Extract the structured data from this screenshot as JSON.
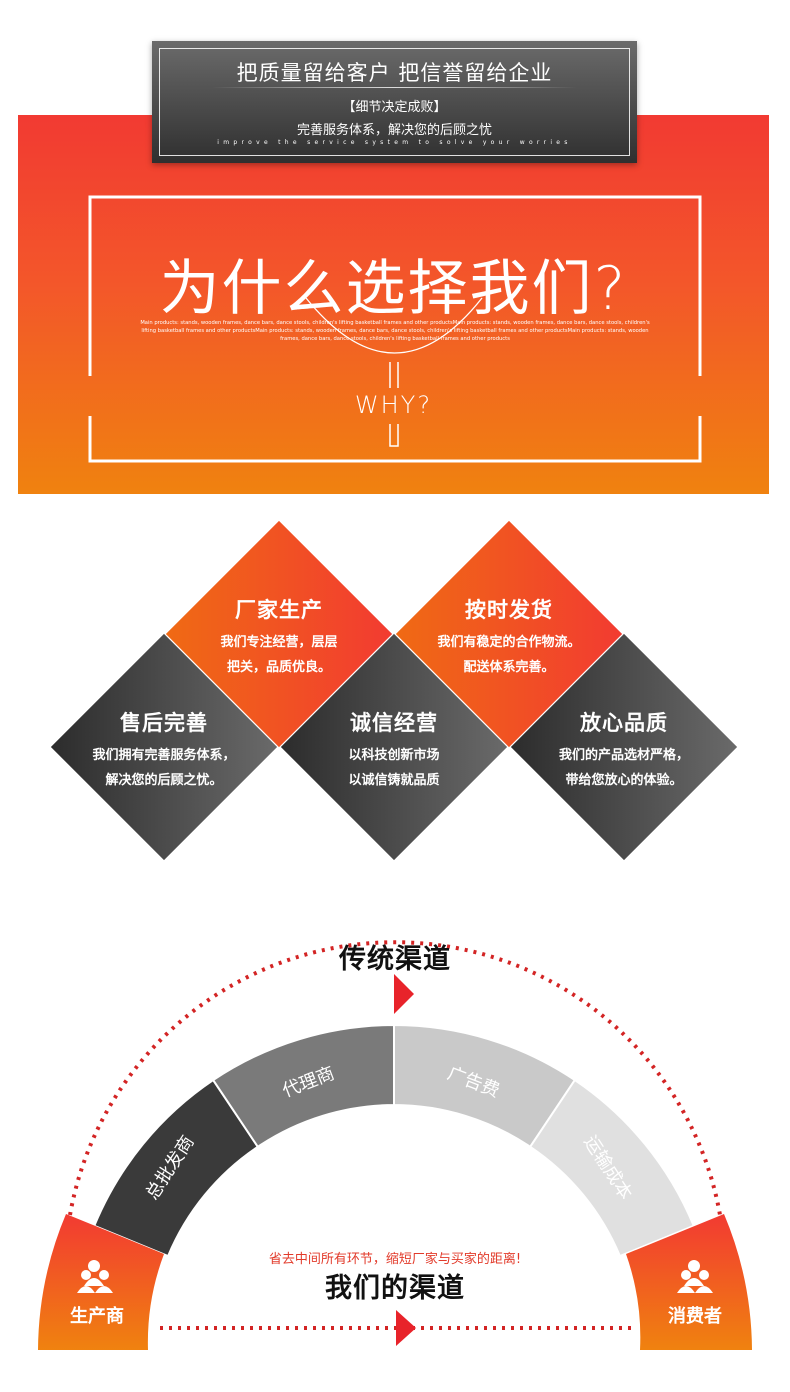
{
  "banner": {
    "title": "把质量留给客户 把信誉留给企业",
    "subtitle_1": "【细节决定成败】",
    "subtitle_2": "完善服务体系，解决您的后顾之忧",
    "english": "improve the service system to solve your worries"
  },
  "why": {
    "title": "为什么选择我们?",
    "description": "Main products: stands, wooden frames, dance bars, dance stools, children's lifting basketball frames and other productsMain products: stands, wooden frames, dance bars, dance stools, children's lifting basketball frames and other productsMain products: stands, wooden frames, dance bars, dance stools, children's lifting basketball frames and other productsMain products: stands, wooden frames, dance bars, dance stools, children's lifting basketball frames and other products",
    "word": "WHY?"
  },
  "features": [
    {
      "title": "厂家生产",
      "line1": "我们专注经营，层层",
      "line2": "把关，品质优良。"
    },
    {
      "title": "按时发货",
      "line1": "我们有稳定的合作物流。",
      "line2": "配送体系完善。"
    },
    {
      "title": "售后完善",
      "line1": "我们拥有完善服务体系，",
      "line2": "解决您的后顾之忧。"
    },
    {
      "title": "诚信经营",
      "line1": "以科技创新市场",
      "line2": "以诚信铸就品质"
    },
    {
      "title": "放心品质",
      "line1": "我们的产品选材严格，",
      "line2": "带给您放心的体验。"
    }
  ],
  "channels": {
    "traditional_title": "传统渠道",
    "segments": [
      "总批发商",
      "代理商",
      "广告费",
      "运输成本"
    ],
    "producer": "生产商",
    "consumer": "消费者",
    "slogan": "省去中间所有环节，缩短厂家与买家的距离!",
    "our_title": "我们的渠道"
  },
  "colors": {
    "red": "#f23a32",
    "orange": "#f0820f",
    "dark_gray": "#3a3a3a",
    "mid_gray": "#7a7a7a",
    "light_gray": "#c9c9c9",
    "lighter_gray": "#e0e0e0",
    "dotted_line": "#d32424"
  },
  "icons": [
    "group-people-icon",
    "arrow-right-icon"
  ]
}
